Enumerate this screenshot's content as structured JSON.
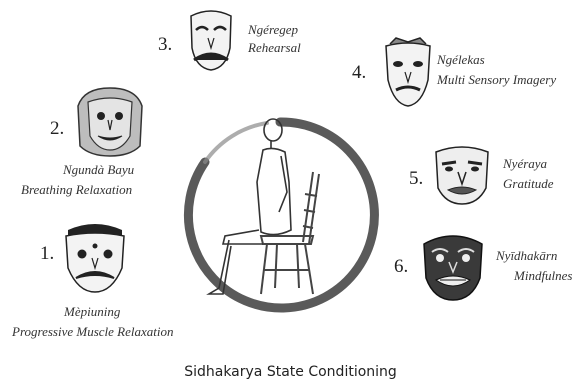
{
  "title": "Sidhakarya State Conditioning",
  "steps": [
    {
      "number": "1.",
      "name": "Mèpiuning",
      "technique": "Progressive Muscle Relaxation"
    },
    {
      "number": "2.",
      "name": "Ngundà Bayu",
      "technique": "Breathing Relaxation"
    },
    {
      "number": "3.",
      "name": "Ngéregep",
      "technique": "Rehearsal"
    },
    {
      "number": "4.",
      "name": "Ngélekas",
      "technique": "Multi Sensory Imagery"
    },
    {
      "number": "5.",
      "name": "Nyéraya",
      "technique": "Gratitude"
    },
    {
      "number": "6.",
      "name": "Nyīdhakārn",
      "technique": "Mindfulnes"
    }
  ],
  "icons": [
    "mask-icon",
    "seated-person-icon",
    "chair-icon",
    "enso-circle-icon"
  ]
}
